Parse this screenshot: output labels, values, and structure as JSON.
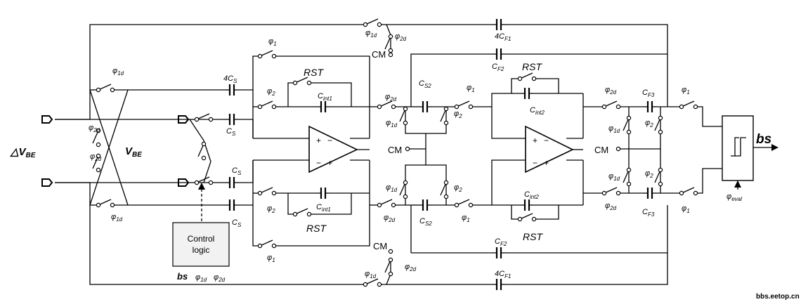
{
  "labels": {
    "phi": "φ",
    "sub1": "1",
    "sub2": "2",
    "sub1d": "1d",
    "sub2d": "2d",
    "subEval": "eval",
    "cs": "C",
    "subS": "S",
    "fourCs": "4C",
    "subS2": "S2",
    "cf2": "C",
    "subF2": "F2",
    "cf3": "C",
    "subF3": "F3",
    "fourCf1": "4C",
    "subF1": "F1",
    "cint": "C",
    "subInt1": "int1",
    "subInt2": "int2",
    "rst": "RST",
    "cm": "CM",
    "deltaVbe": "△V",
    "subBE": "BE",
    "vbe": "V",
    "bsOut": "bs",
    "bsLogic": "bs",
    "controlLogicLine1": "Control",
    "controlLogicLine2": "logic",
    "plus": "+",
    "minus": "−",
    "watermark": "bbs.eetop.cn"
  }
}
